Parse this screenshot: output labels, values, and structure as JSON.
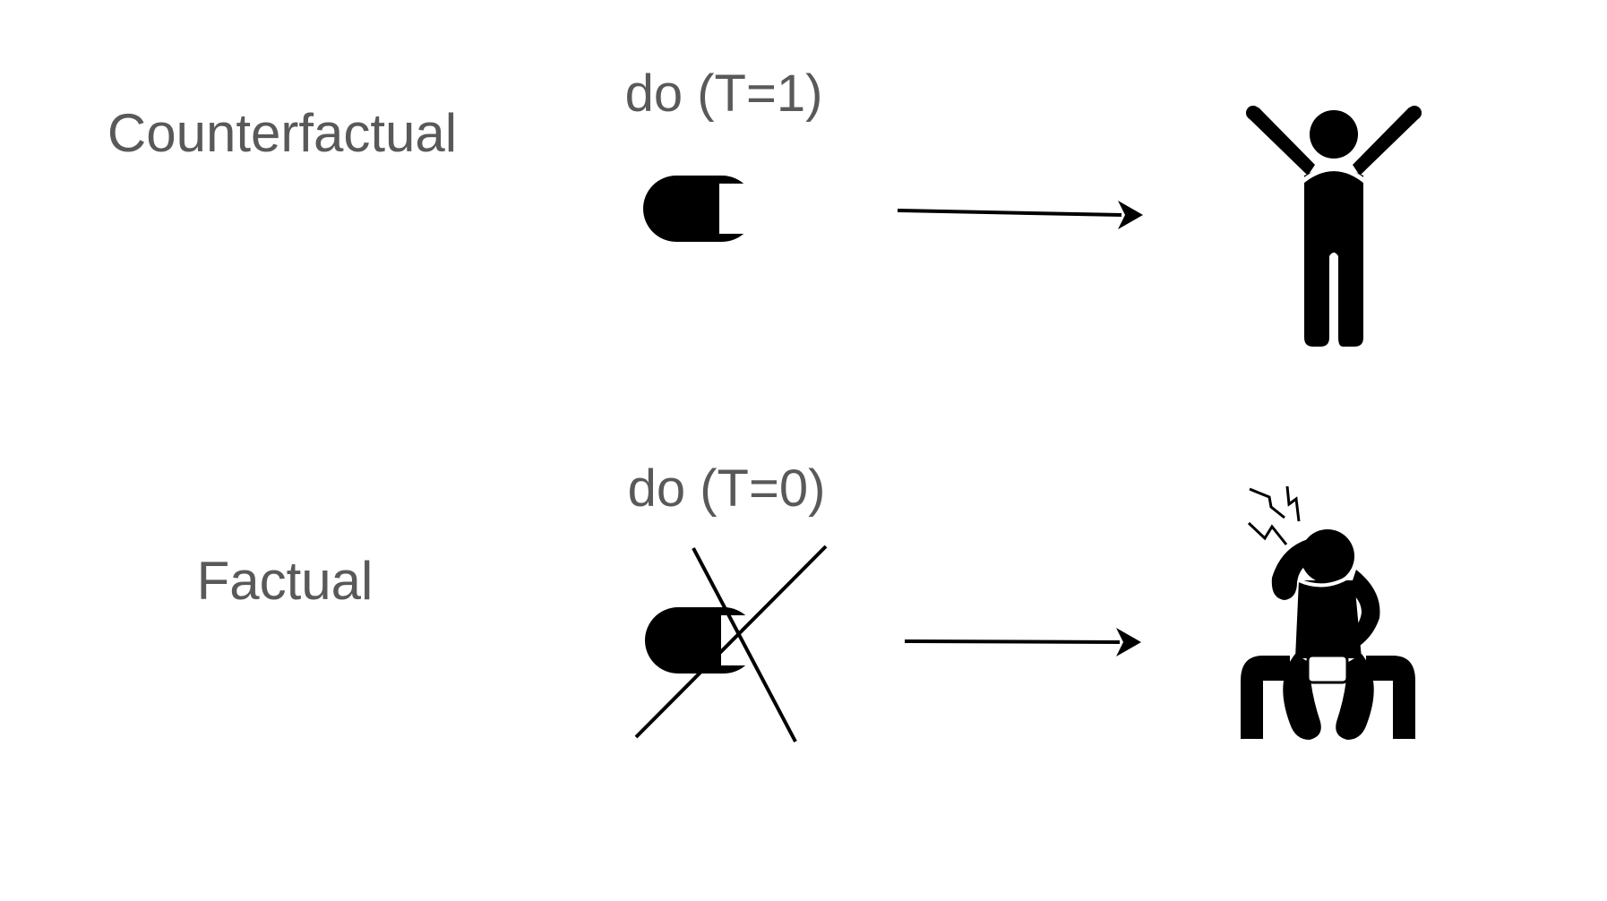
{
  "rows": [
    {
      "row_label": "Counterfactual",
      "intervention": "do (T=1)",
      "pill": "pill-icon",
      "outcome": "person-cheering-icon"
    },
    {
      "row_label": "Factual",
      "intervention": "do (T=0)",
      "pill": "crossed-out-pill-icon",
      "outcome": "person-headache-sitting-icon"
    }
  ],
  "colors": {
    "text": "#595959",
    "icon": "#000000",
    "background": "#ffffff"
  }
}
